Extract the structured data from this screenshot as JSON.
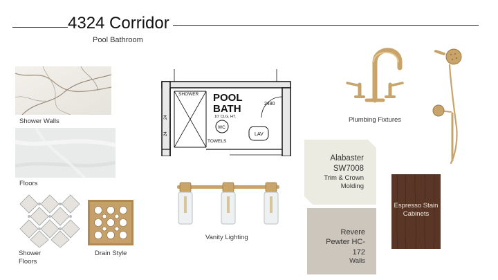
{
  "header": {
    "title": "4324 Corridor",
    "subtitle": "Pool Bathroom"
  },
  "materials": {
    "shower_walls": "Shower Walls",
    "floors": "Floors",
    "shower_floors_line1": "Shower",
    "shower_floors_line2": "Floors",
    "drain_style": "Drain Style"
  },
  "plan": {
    "shower": "SHOWER",
    "room_line1": "POOL",
    "room_line2": "BATH",
    "ceiling": "10' CLG. HT.",
    "wc": "WC",
    "towels": "TOWELS",
    "lav": "LAV",
    "door_code": "2480",
    "side_mark": "24",
    "side_mark2": "24"
  },
  "fixtures": {
    "plumbing": "Plumbing Fixtures",
    "vanity": "Vanity Lighting"
  },
  "paint": {
    "alabaster": {
      "name": "Alabaster",
      "code": "SW7008",
      "use_line1": "Trim & Crown",
      "use_line2": "Molding",
      "color": "#ecebe1"
    },
    "revere": {
      "line1": "Revere",
      "line2": "Pewter HC-",
      "line3": "172",
      "use": "Walls",
      "color": "#cdc6bc"
    }
  },
  "cabinets": {
    "line1": "Espresso Stain",
    "line2": "Cabinets",
    "color": "#5a3626"
  },
  "colors": {
    "brass": "#c9a46a",
    "brass_dark": "#9b7a45"
  }
}
